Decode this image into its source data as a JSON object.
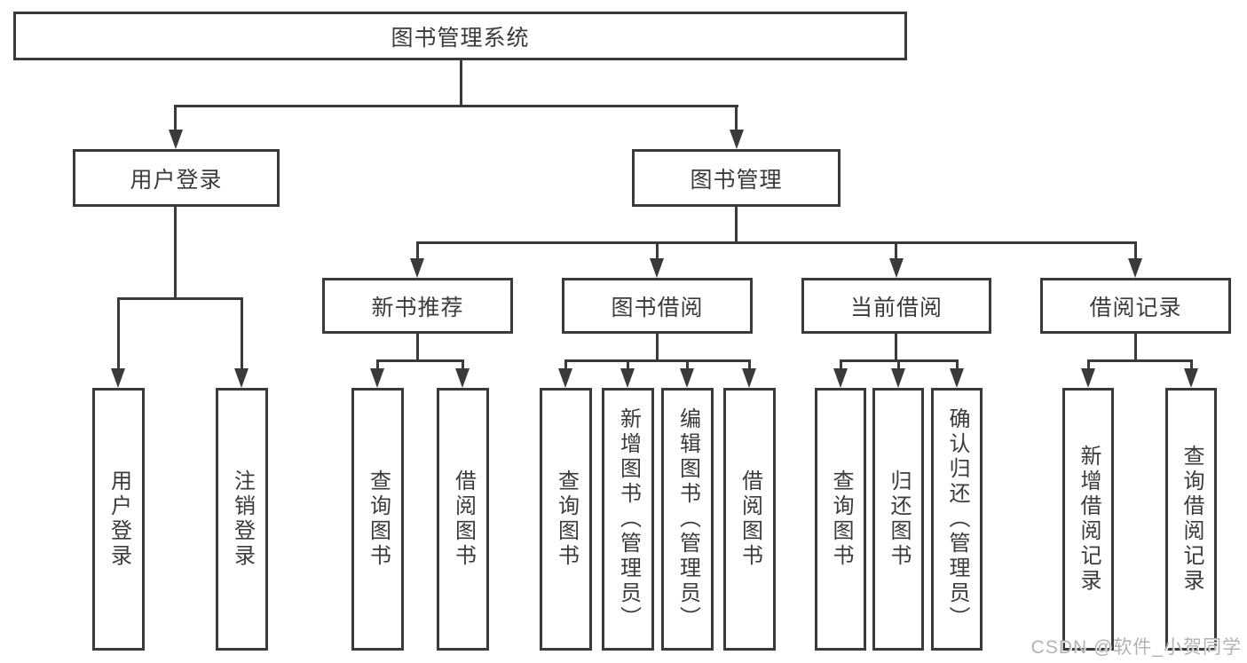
{
  "diagram": {
    "title": "图书管理系统",
    "watermark": "CSDN @软件_小贺同学",
    "colors": {
      "line": "#3a3a3c",
      "text": "#3b3b3e",
      "background": "#ffffff",
      "watermark": "#b2b2b2"
    },
    "nodes": {
      "root": "图书管理系统",
      "user_login": "用户登录",
      "book_mgmt": "图书管理",
      "new_book_rec": "新书推荐",
      "book_borrow": "图书借阅",
      "current_borrow": "当前借阅",
      "borrow_records": "借阅记录",
      "leaf_user_login": "用户登录",
      "leaf_logout": "注销登录",
      "leaf_query_book_rec": "查询图书",
      "leaf_borrow_book_rec": "借阅图书",
      "leaf_query_book_borrow": "查询图书",
      "leaf_add_book_admin": "新增图书（管理员）",
      "leaf_edit_book_admin": "编辑图书（管理员）",
      "leaf_borrow_book_borrow": "借阅图书",
      "leaf_query_book_current": "查询图书",
      "leaf_return_book": "归还图书",
      "leaf_confirm_return_admin": "确认归还（管理员）",
      "leaf_add_borrow_record": "新增借阅记录",
      "leaf_query_borrow_record": "查询借阅记录"
    },
    "structure": {
      "root": [
        "user_login",
        "book_mgmt"
      ],
      "user_login": [
        "leaf_user_login",
        "leaf_logout"
      ],
      "book_mgmt": [
        "new_book_rec",
        "book_borrow",
        "current_borrow",
        "borrow_records"
      ],
      "new_book_rec": [
        "leaf_query_book_rec",
        "leaf_borrow_book_rec"
      ],
      "book_borrow": [
        "leaf_query_book_borrow",
        "leaf_add_book_admin",
        "leaf_edit_book_admin",
        "leaf_borrow_book_borrow"
      ],
      "current_borrow": [
        "leaf_query_book_current",
        "leaf_return_book",
        "leaf_confirm_return_admin"
      ],
      "borrow_records": [
        "leaf_add_borrow_record",
        "leaf_query_borrow_record"
      ]
    }
  }
}
